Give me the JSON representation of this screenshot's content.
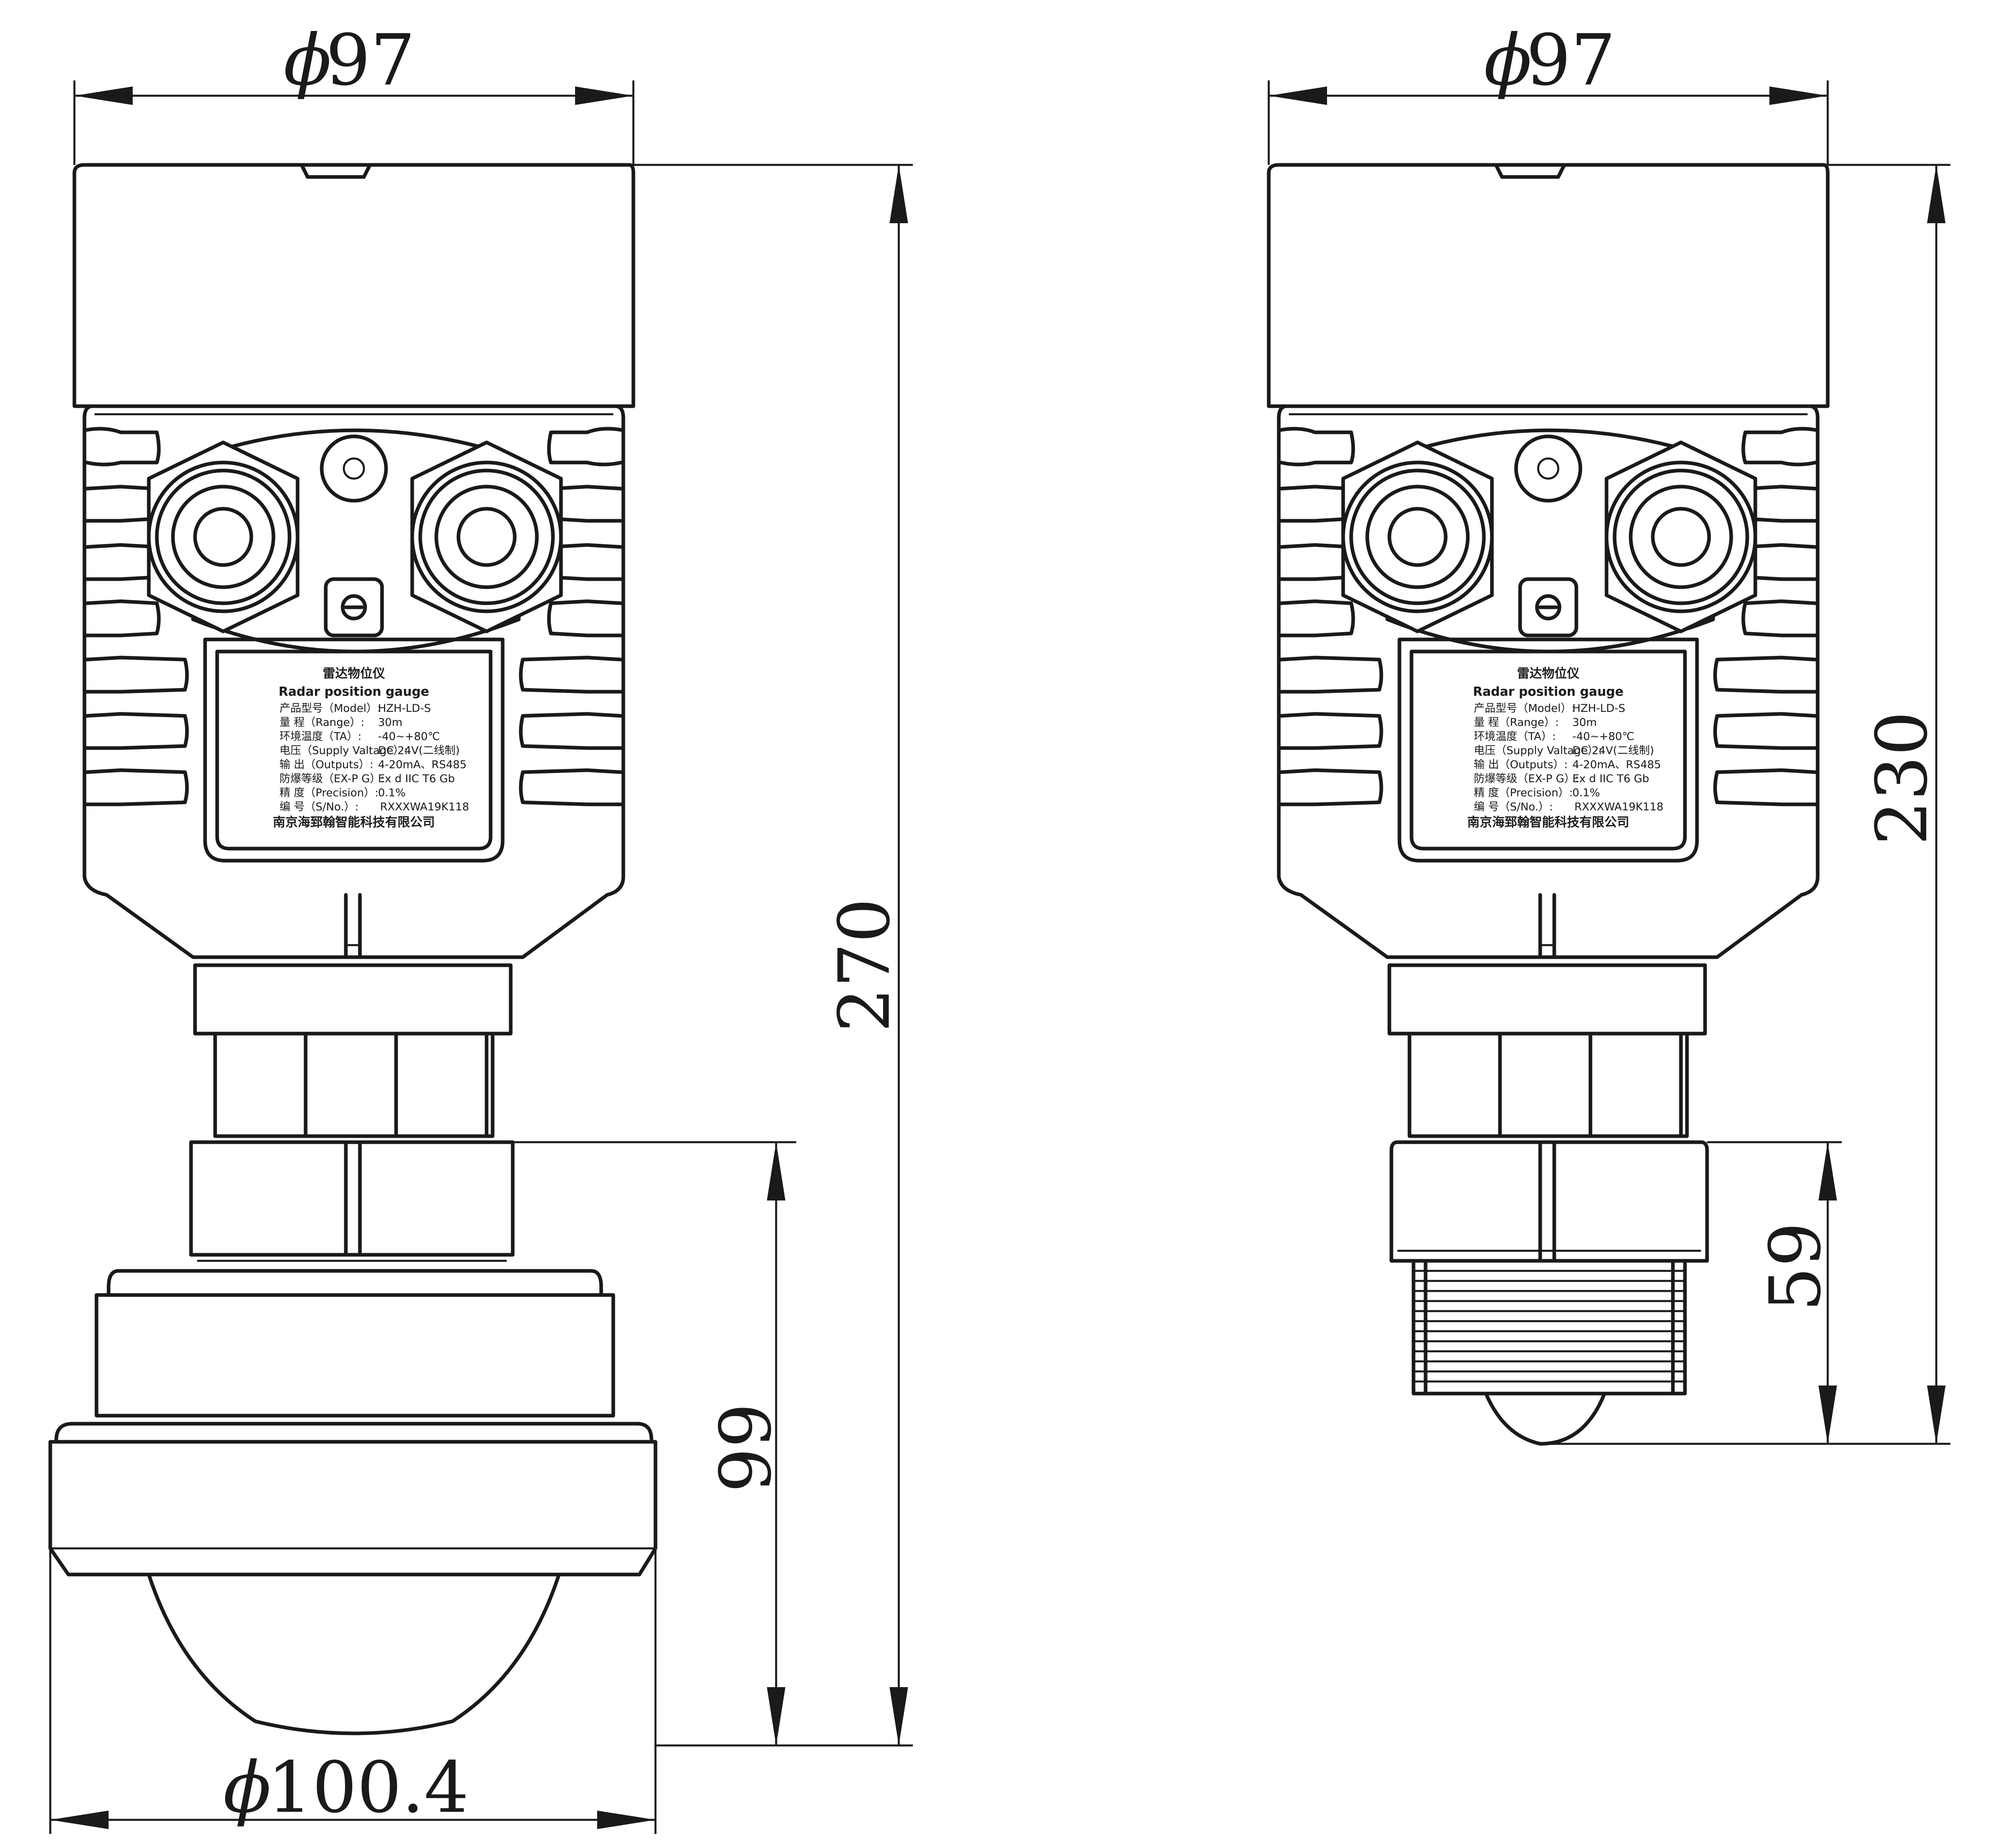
{
  "dimensions": {
    "left_top_diameter": "97",
    "right_top_diameter": "97",
    "left_total_height": "270",
    "left_lower_height": "99",
    "left_bottom_diameter": "100.4",
    "right_total_height": "230",
    "right_lower_height": "59",
    "diameter_symbol": "ϕ"
  },
  "nameplate": {
    "title_cn": "雷达物位仪",
    "title_en": "Radar position gauge",
    "rows": [
      {
        "label": "产品型号（Model）:",
        "value": "HZH-LD-S"
      },
      {
        "label": "量    程（Range）:",
        "value": "30m"
      },
      {
        "label": "环境温度（TA）:",
        "value": "-40~+80℃"
      },
      {
        "label": "电压（Supply Valtage）:",
        "value": "DC 24V(二线制)"
      },
      {
        "label": "输    出（Outputs）:",
        "value": "4-20mA、RS485"
      },
      {
        "label": "防爆等级（EX-P G）:",
        "value": "Ex d IIC T6 Gb"
      },
      {
        "label": "精    度（Precision）:",
        "value": "0.1%"
      },
      {
        "label": "编    号（S/No.）:",
        "value": "RXXXWA19K118"
      }
    ],
    "company": "南京海郅翰智能科技有限公司"
  }
}
